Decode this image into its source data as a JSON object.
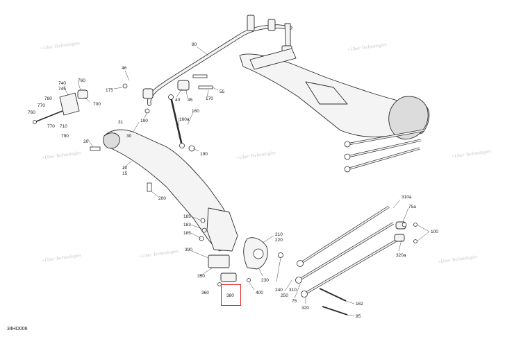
{
  "diagram": {
    "id": "34HD006",
    "watermark": "+Uber Technologies",
    "highlight_color": "#e02020",
    "highlighted_callout": "380",
    "callouts": [
      {
        "label": "80"
      },
      {
        "label": "46"
      },
      {
        "label": "175"
      },
      {
        "label": "40"
      },
      {
        "label": "45"
      },
      {
        "label": "170"
      },
      {
        "label": "55"
      },
      {
        "label": "190"
      },
      {
        "label": "160"
      },
      {
        "label": "160a"
      },
      {
        "label": "190"
      },
      {
        "label": "740"
      },
      {
        "label": "745"
      },
      {
        "label": "760"
      },
      {
        "label": "700"
      },
      {
        "label": "780"
      },
      {
        "label": "770"
      },
      {
        "label": "760"
      },
      {
        "label": "710"
      },
      {
        "label": "770"
      },
      {
        "label": "790"
      },
      {
        "label": "31"
      },
      {
        "label": "30"
      },
      {
        "label": "20"
      },
      {
        "label": "10"
      },
      {
        "label": "15"
      },
      {
        "label": "200"
      },
      {
        "label": "185"
      },
      {
        "label": "183"
      },
      {
        "label": "185"
      },
      {
        "label": "210"
      },
      {
        "label": "220"
      },
      {
        "label": "390"
      },
      {
        "label": "350"
      },
      {
        "label": "360"
      },
      {
        "label": "380"
      },
      {
        "label": "400"
      },
      {
        "label": "230"
      },
      {
        "label": "240"
      },
      {
        "label": "250"
      },
      {
        "label": "310"
      },
      {
        "label": "75"
      },
      {
        "label": "320"
      },
      {
        "label": "310a"
      },
      {
        "label": "75a"
      },
      {
        "label": "100"
      },
      {
        "label": "320a"
      },
      {
        "label": "162"
      },
      {
        "label": "95"
      }
    ]
  }
}
